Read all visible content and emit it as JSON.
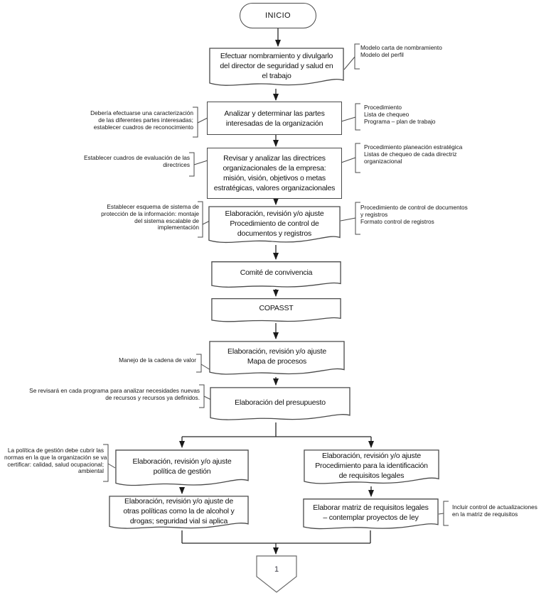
{
  "diagram": {
    "start": {
      "label": "INICIO"
    },
    "nodes": {
      "nombramiento": {
        "label": "Efectuar nombramiento y divulgarlo\ndel director de seguridad y salud en\nel trabajo"
      },
      "partes_interesadas": {
        "label": "Analizar y determinar las partes\ninteresadas de la organización"
      },
      "directrices": {
        "label": "Revisar y analizar las directrices\norganizacionales de la empresa:\nmisión, visión, objetivos o metas\nestratégicas, valores organizacionales"
      },
      "control_documentos": {
        "label": "Elaboración, revisión y/o ajuste\nProcedimiento de control de\ndocumentos y registros"
      },
      "comite_convivencia": {
        "label": "Comité de convivencia"
      },
      "copasst": {
        "label": "COPASST"
      },
      "mapa_procesos": {
        "label": "Elaboración, revisión y/o ajuste\nMapa de procesos"
      },
      "presupuesto": {
        "label": "Elaboración del presupuesto"
      },
      "politica_gestion": {
        "label": "Elaboración, revisión y/o ajuste\npolítica de gestión"
      },
      "otras_politicas": {
        "label": "Elaboración, revisión y/o ajuste de\notras políticas como la de alcohol y\ndrogas; seguridad vial si aplica"
      },
      "identificacion_requisitos": {
        "label": "Elaboración, revisión y/o ajuste\nProcedimiento para la identificación\nde requisitos legales"
      },
      "matriz_requisitos": {
        "label": "Elaborar matriz de requisitos legales\n– contemplar proyectos de ley"
      }
    },
    "offpage_connector": {
      "label": "1"
    },
    "annotations": {
      "right_nombramiento": "Modelo carta de nombramiento\nModelo del perfil",
      "left_partes": "Debería efectuarse una caracterización\nde las diferentes partes interesadas;\nestablecer cuadros de reconocimiento",
      "right_partes": "Procedimiento\nLista de chequeo\nPrograma – plan de trabajo",
      "left_directrices": "Establecer cuadros de evaluación de las\ndirectrices",
      "right_directrices": "Procedimiento planeación estratégica\nListas de chequeo de cada directriz\norganizacional",
      "left_control_documentos": "Establecer esquema de sistema de\nprotección de la información: montaje\ndel sistema escalable de\nimplementación",
      "right_control_documentos": "Procedimiento de control de documentos\ny registros\nFormato control de registros",
      "left_mapa": "Manejo de la cadena de valor",
      "left_presupuesto": "Se revisará en cada programa para analizar necesidades nuevas\nde recursos y recursos ya definidos.",
      "left_politica": "La política de gestión debe cubrir las\nnormas en la que la organización se va\ncertificar: calidad, salud ocupacional;\nambiental",
      "right_matriz": "Incluir control de actualizaciones\nen la matriz de requisitos"
    },
    "colors": {
      "outline": "#4a4a4a",
      "wire": "#262626",
      "text": "#111111"
    }
  }
}
